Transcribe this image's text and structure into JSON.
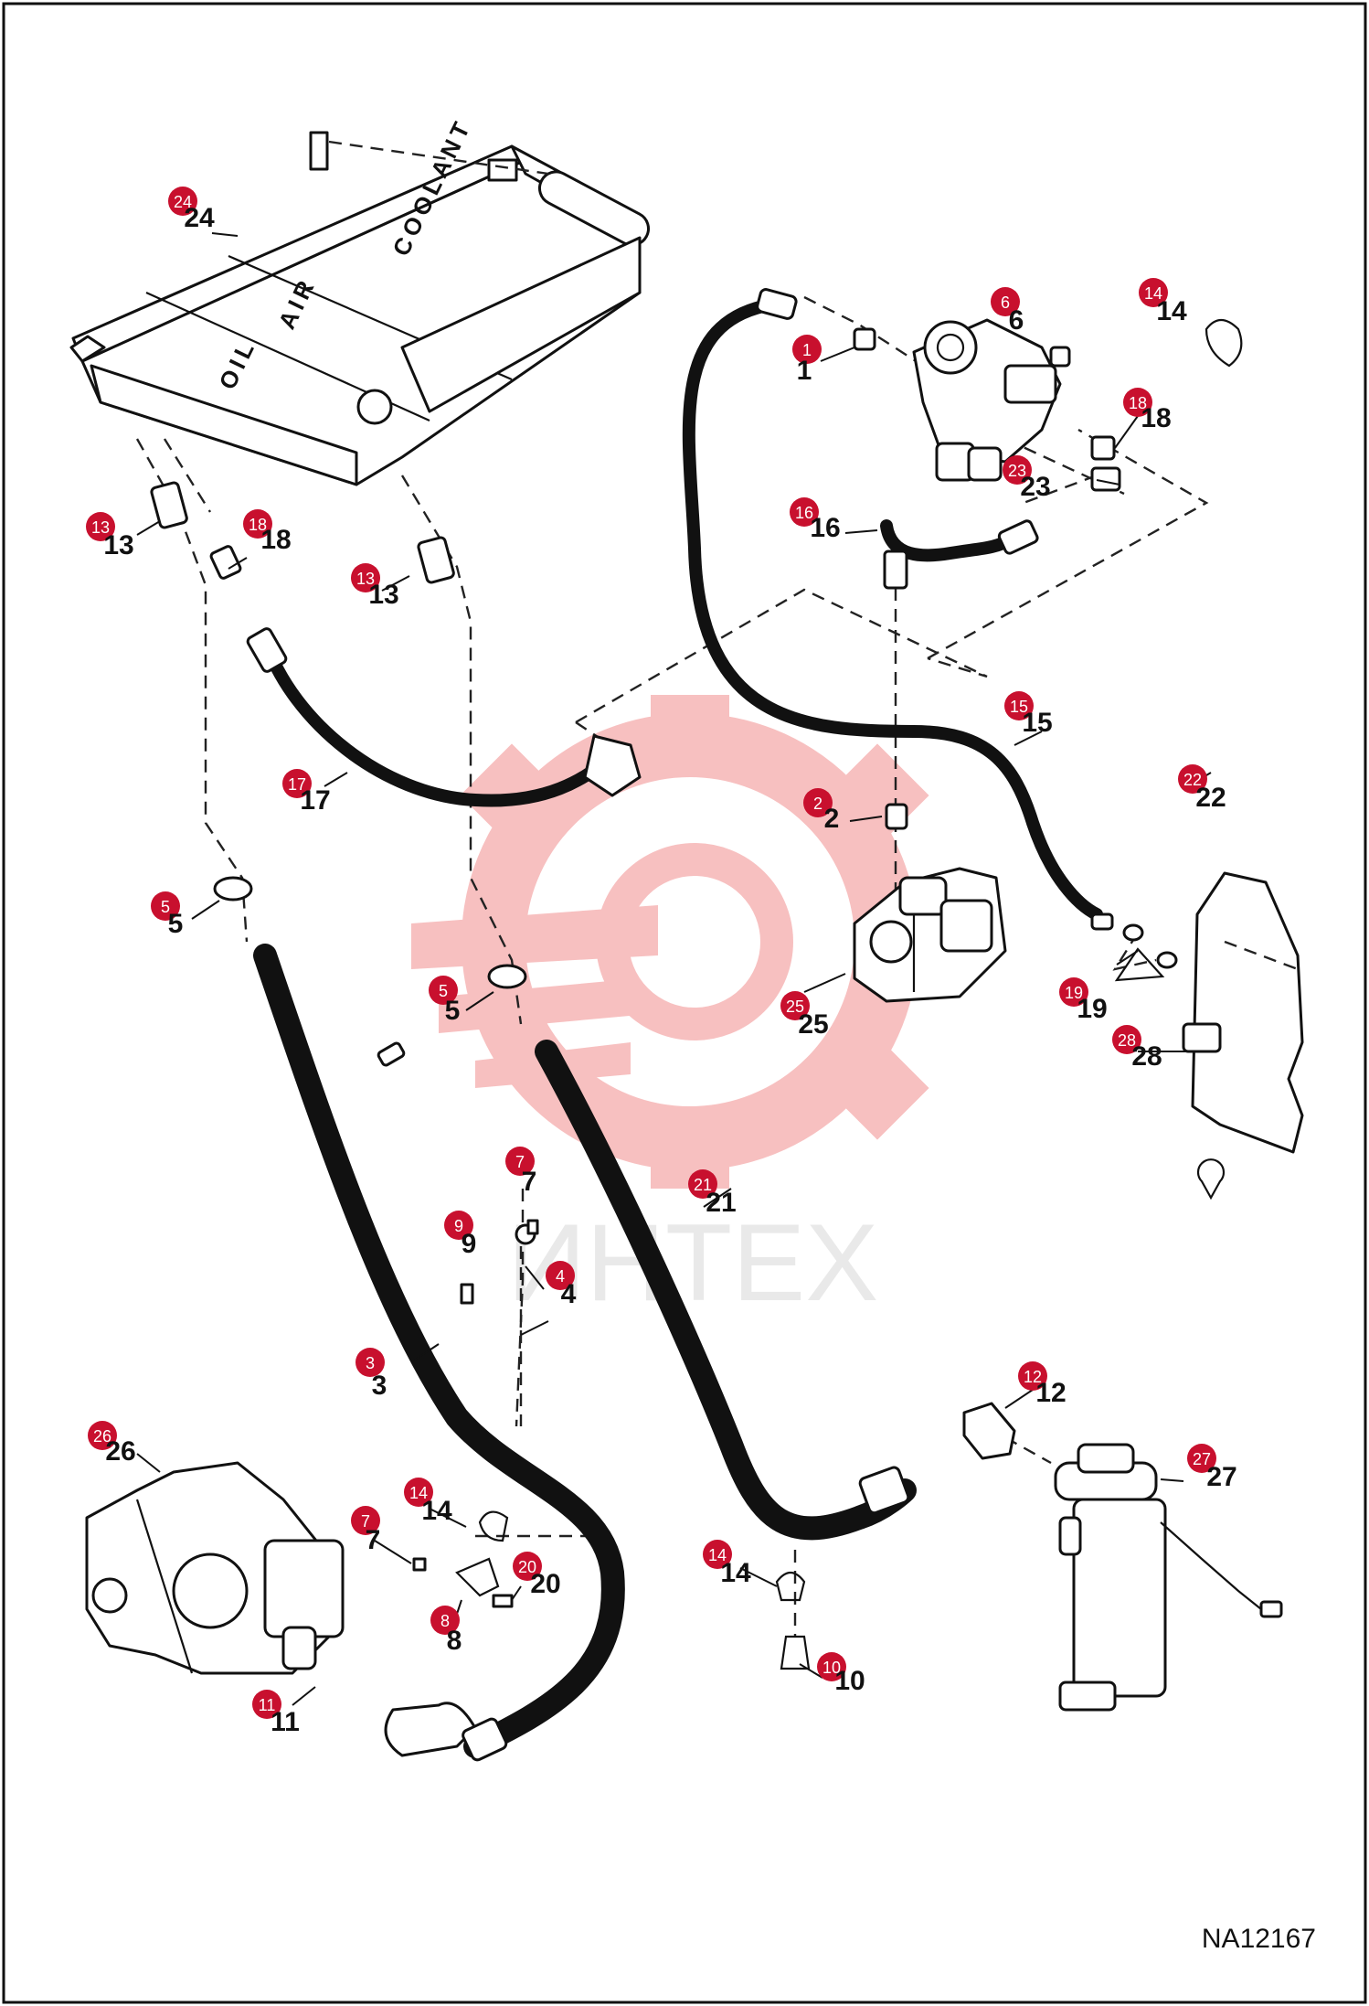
{
  "diagram": {
    "drawing_code": "NA12167",
    "cooler_labels": [
      "COOLANT",
      "AIR",
      "OIL"
    ],
    "watermark": {
      "text": "ИНТЕХ"
    },
    "colors": {
      "badge": "#c8102e",
      "watermark_gear": "#f6b6b6",
      "line": "#111111"
    },
    "callouts": [
      {
        "num": "1"
      },
      {
        "num": "2"
      },
      {
        "num": "3"
      },
      {
        "num": "4"
      },
      {
        "num": "5"
      },
      {
        "num": "5"
      },
      {
        "num": "6"
      },
      {
        "num": "7"
      },
      {
        "num": "7"
      },
      {
        "num": "8"
      },
      {
        "num": "9"
      },
      {
        "num": "10"
      },
      {
        "num": "11"
      },
      {
        "num": "12"
      },
      {
        "num": "13"
      },
      {
        "num": "13"
      },
      {
        "num": "14"
      },
      {
        "num": "14"
      },
      {
        "num": "14"
      },
      {
        "num": "15"
      },
      {
        "num": "16"
      },
      {
        "num": "17"
      },
      {
        "num": "18"
      },
      {
        "num": "18"
      },
      {
        "num": "19"
      },
      {
        "num": "20"
      },
      {
        "num": "21"
      },
      {
        "num": "22"
      },
      {
        "num": "23"
      },
      {
        "num": "24"
      },
      {
        "num": "25"
      },
      {
        "num": "26"
      },
      {
        "num": "27"
      },
      {
        "num": "28"
      }
    ]
  }
}
